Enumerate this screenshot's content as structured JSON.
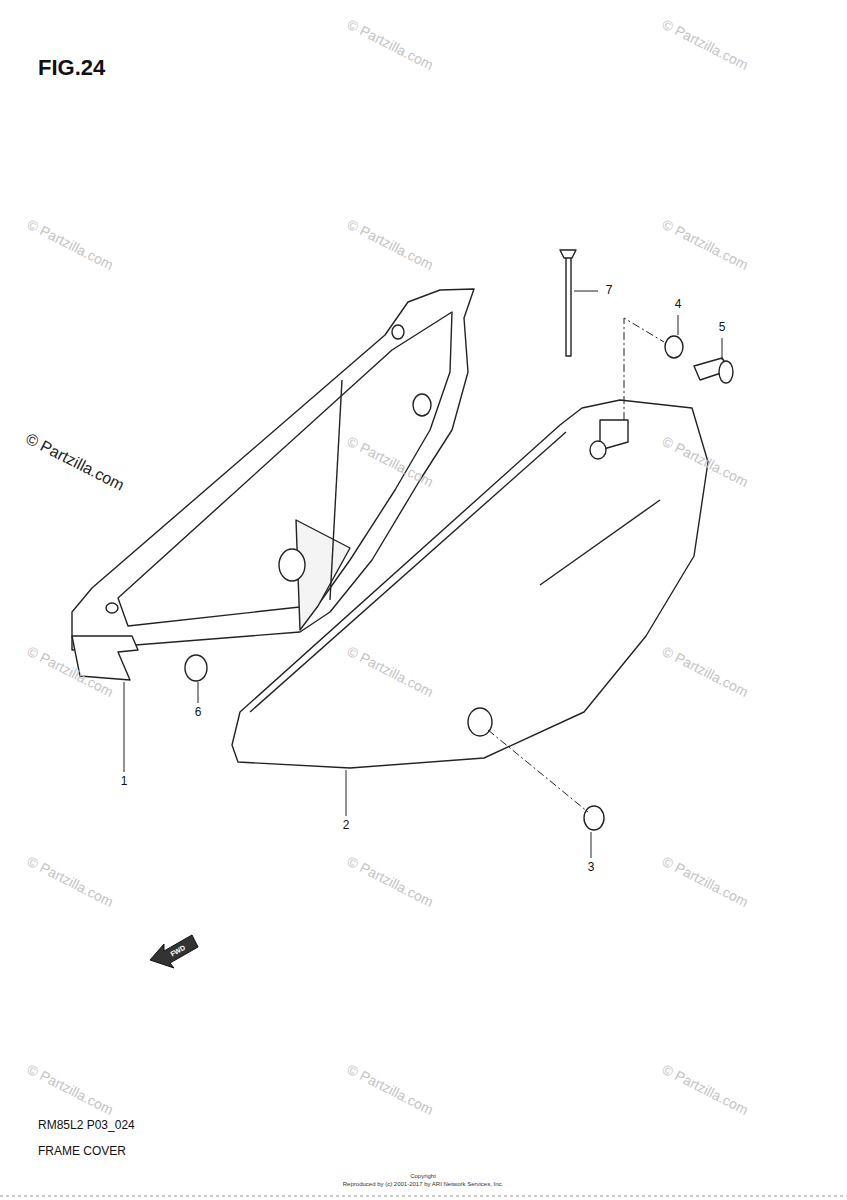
{
  "diagram": {
    "title": "FIG.24",
    "labels": [
      "1",
      "2",
      "3",
      "4",
      "5",
      "6",
      "7",
      "FWD",
      "RM85L2 P03_024",
      "FRAME COVER",
      "Copyright",
      "Reproduced by (c) 2001-2017 by ARI Network Services, Inc.",
      "© Partzilla.com",
      "© Partzilla.com",
      "© Partzilla.com",
      "© Partzilla.com",
      "© Partzilla.com",
      "© Partzilla.com",
      "© Partzilla.com",
      "© Partzilla.com",
      "© Partzilla.com",
      "© Partzilla.com",
      "© Partzilla.com",
      "© Partzilla.com",
      "© Partzilla.com",
      "© Partzilla.com",
      "© Partzilla.com",
      "© Partzilla.com",
      "© Partzilla.com"
    ]
  }
}
